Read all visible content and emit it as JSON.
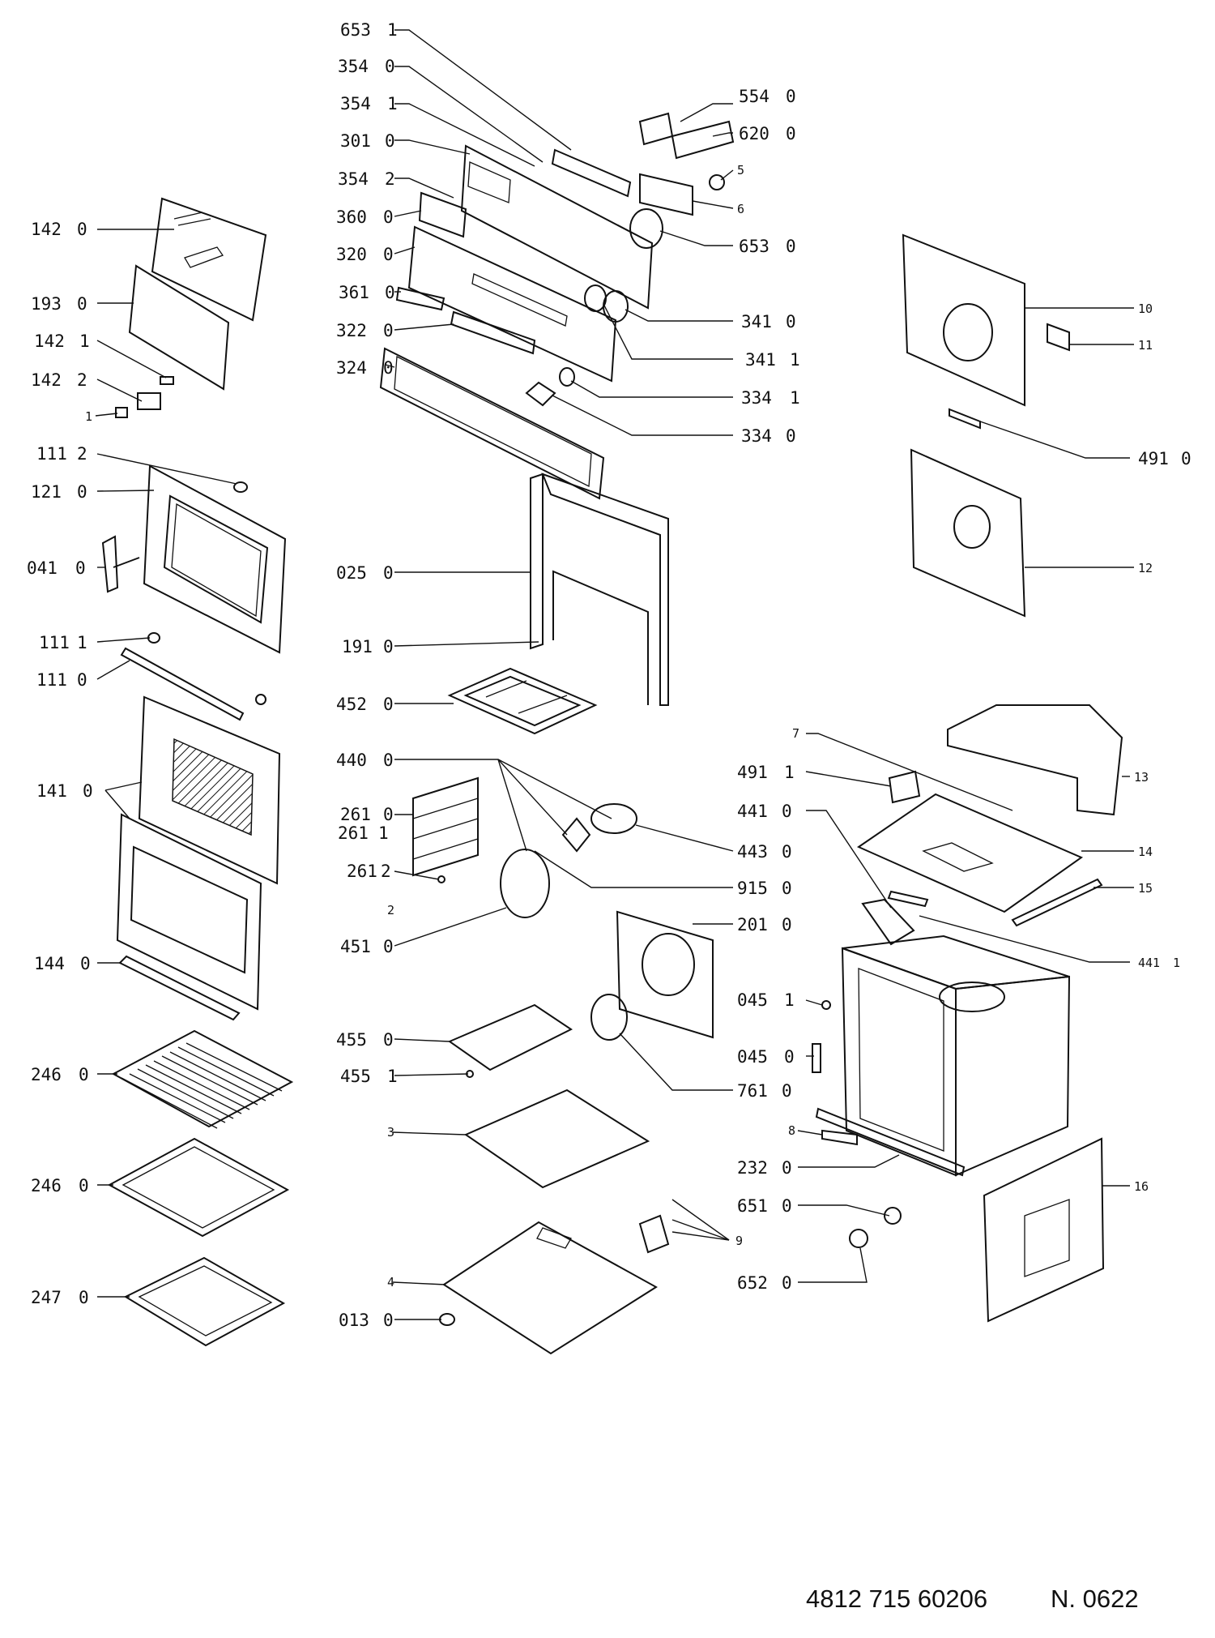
{
  "labels_left": [
    {
      "code": "142",
      "sub": "0"
    },
    {
      "code": "193",
      "sub": "0"
    },
    {
      "code": "142",
      "sub": "1"
    },
    {
      "code": "142",
      "sub": "2"
    },
    {
      "code": "1",
      "sub": ""
    },
    {
      "code": "111",
      "sub": "2"
    },
    {
      "code": "121",
      "sub": "0"
    },
    {
      "code": "041",
      "sub": "0"
    },
    {
      "code": "111",
      "sub": "1"
    },
    {
      "code": "111",
      "sub": "0"
    },
    {
      "code": "141",
      "sub": "0"
    },
    {
      "code": "144",
      "sub": "0"
    },
    {
      "code": "246",
      "sub": "0"
    },
    {
      "code": "246",
      "sub": "0"
    },
    {
      "code": "247",
      "sub": "0"
    }
  ],
  "labels_center_left": [
    {
      "code": "653",
      "sub": "1"
    },
    {
      "code": "354",
      "sub": "0"
    },
    {
      "code": "354",
      "sub": "1"
    },
    {
      "code": "301",
      "sub": "0"
    },
    {
      "code": "354",
      "sub": "2"
    },
    {
      "code": "360",
      "sub": "0"
    },
    {
      "code": "320",
      "sub": "0"
    },
    {
      "code": "361",
      "sub": "0"
    },
    {
      "code": "322",
      "sub": "0"
    },
    {
      "code": "324",
      "sub": "0"
    },
    {
      "code": "025",
      "sub": "0"
    },
    {
      "code": "191",
      "sub": "0"
    },
    {
      "code": "452",
      "sub": "0"
    },
    {
      "code": "440",
      "sub": "0"
    },
    {
      "code": "261",
      "sub": "0"
    },
    {
      "code": "261",
      "sub": "1"
    },
    {
      "code": "261",
      "sub": "2"
    },
    {
      "code": "2",
      "sub": ""
    },
    {
      "code": "451",
      "sub": "0"
    },
    {
      "code": "455",
      "sub": "0"
    },
    {
      "code": "455",
      "sub": "1"
    },
    {
      "code": "3",
      "sub": ""
    },
    {
      "code": "4",
      "sub": ""
    },
    {
      "code": "013",
      "sub": "0"
    }
  ],
  "labels_center_right": [
    {
      "code": "554",
      "sub": "0"
    },
    {
      "code": "620",
      "sub": "0"
    },
    {
      "code": "5",
      "sub": ""
    },
    {
      "code": "6",
      "sub": ""
    },
    {
      "code": "653",
      "sub": "0"
    },
    {
      "code": "341",
      "sub": "0"
    },
    {
      "code": "341",
      "sub": "1"
    },
    {
      "code": "334",
      "sub": "1"
    },
    {
      "code": "334",
      "sub": "0"
    },
    {
      "code": "443",
      "sub": "0"
    },
    {
      "code": "915",
      "sub": "0"
    },
    {
      "code": "201",
      "sub": "0"
    },
    {
      "code": "045",
      "sub": "1"
    },
    {
      "code": "045",
      "sub": "0"
    },
    {
      "code": "761",
      "sub": "0"
    },
    {
      "code": "8",
      "sub": ""
    },
    {
      "code": "232",
      "sub": "0"
    },
    {
      "code": "651",
      "sub": "0"
    },
    {
      "code": "9",
      "sub": ""
    },
    {
      "code": "652",
      "sub": "0"
    }
  ],
  "labels_right": [
    {
      "code": "10",
      "sub": ""
    },
    {
      "code": "11",
      "sub": ""
    },
    {
      "code": "491",
      "sub": "0"
    },
    {
      "code": "12",
      "sub": ""
    },
    {
      "code": "7",
      "sub": ""
    },
    {
      "code": "491",
      "sub": "1"
    },
    {
      "code": "441",
      "sub": "0"
    },
    {
      "code": "13",
      "sub": ""
    },
    {
      "code": "14",
      "sub": ""
    },
    {
      "code": "15",
      "sub": ""
    },
    {
      "code": "441",
      "sub": "1"
    },
    {
      "code": "16",
      "sub": ""
    }
  ],
  "footer": {
    "code": "4812 715 60206",
    "number": "N. 0622"
  }
}
